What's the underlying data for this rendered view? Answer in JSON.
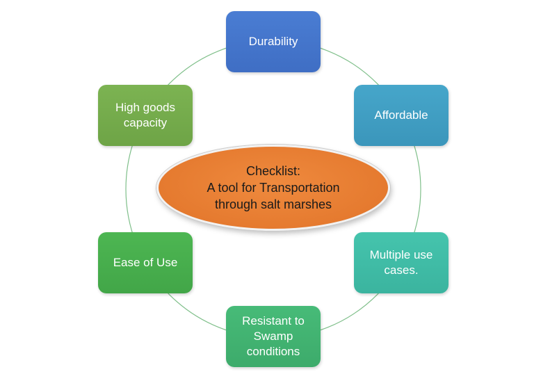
{
  "diagram": {
    "center": {
      "title": "Checklist:\nA tool for Transportation\nthrough salt marshes"
    },
    "nodes": [
      {
        "id": "durability",
        "label": "Durability",
        "color": "#4472c4"
      },
      {
        "id": "affordable",
        "label": "Affordable",
        "color": "#409fc4"
      },
      {
        "id": "multiple",
        "label": "Multiple use\ncases.",
        "color": "#40bca6"
      },
      {
        "id": "resistant",
        "label": "Resistant to\nSwamp\nconditions",
        "color": "#42b172"
      },
      {
        "id": "ease",
        "label": "Ease of Use",
        "color": "#47ad4c"
      },
      {
        "id": "capacity",
        "label": "High goods\ncapacity",
        "color": "#75ab4b"
      }
    ],
    "ring_color": "#5fae6a"
  }
}
